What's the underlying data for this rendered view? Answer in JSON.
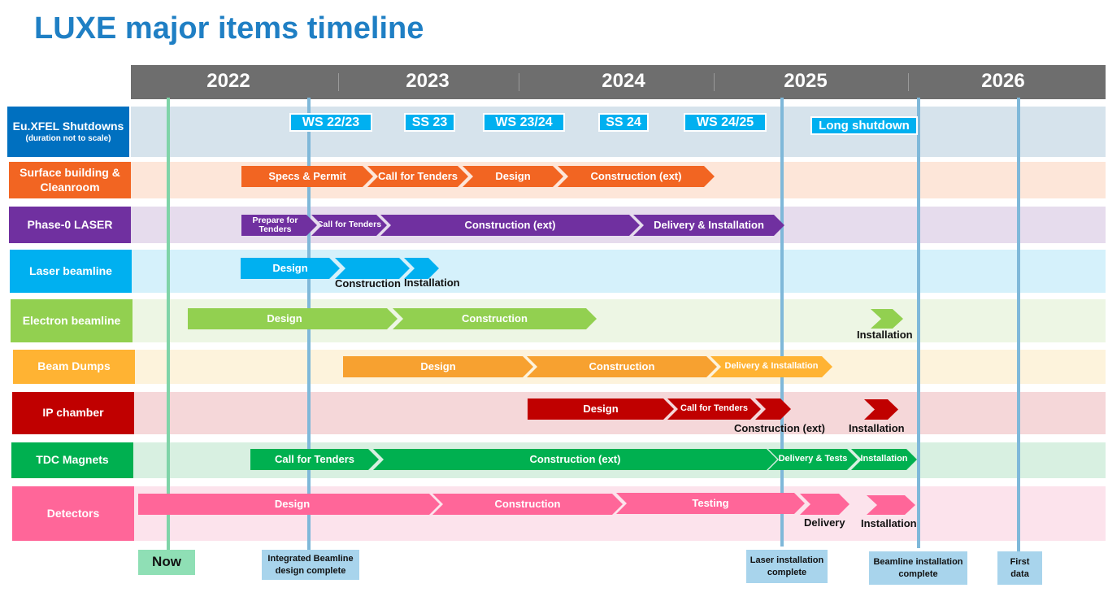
{
  "title": "LUXE major items timeline",
  "years": [
    "2022",
    "2023",
    "2024",
    "2025",
    "2026"
  ],
  "shutdowns": [
    "WS 22/23",
    "SS 23",
    "WS 23/24",
    "SS 24",
    "WS 24/25",
    "Long shutdown"
  ],
  "rows": {
    "euxfel": {
      "label": "Eu.XFEL Shutdowns",
      "sublabel": "(duration not to scale)",
      "color": "#0070c0"
    },
    "surface": {
      "label": "Surface building & Cleanroom",
      "color": "#f26522",
      "bars": [
        "Specs & Permit",
        "Call for Tenders",
        "Design",
        "Construction (ext)"
      ]
    },
    "phase0": {
      "label": "Phase-0 LASER",
      "color": "#7030a0",
      "bars": [
        "Prepare for Tenders",
        "Call for Tenders",
        "Construction (ext)",
        "Delivery & Installation"
      ]
    },
    "laser": {
      "label": "Laser beamline",
      "color": "#00b0f0",
      "bars": [
        "Design"
      ],
      "below": [
        "Construction",
        "Installation"
      ]
    },
    "electron": {
      "label": "Electron beamline",
      "color": "#92d050",
      "bars": [
        "Design",
        "Construction"
      ],
      "below": [
        "Installation"
      ]
    },
    "dumps": {
      "label": "Beam Dumps",
      "color": "#ffb333",
      "bars": [
        "Design",
        "Construction",
        "Delivery & Installation"
      ]
    },
    "ip": {
      "label": "IP chamber",
      "color": "#c00000",
      "bars": [
        "Design",
        "Call for Tenders"
      ],
      "below": [
        "Construction (ext)",
        "Installation"
      ]
    },
    "tdc": {
      "label": "TDC Magnets",
      "color": "#00b050",
      "bars": [
        "Call for Tenders",
        "Construction (ext)",
        "Delivery & Tests",
        "Installation"
      ]
    },
    "detectors": {
      "label": "Detectors",
      "color": "#ff6699",
      "bars": [
        "Design",
        "Construction",
        "Testing"
      ],
      "below": [
        "Delivery",
        "Installation"
      ]
    }
  },
  "milestones": [
    "Now",
    "Integrated Beamline design complete",
    "Laser installation complete",
    "Beamline installation complete",
    "First data"
  ]
}
